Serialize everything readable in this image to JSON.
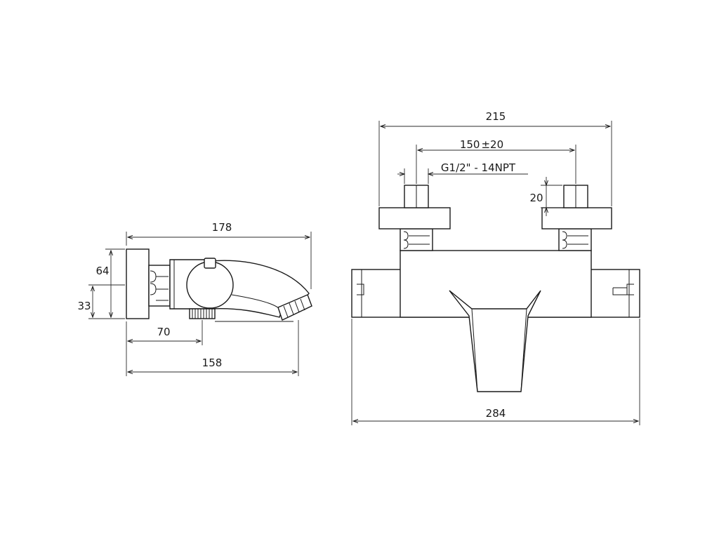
{
  "side_view": {
    "dim_total_length": "178",
    "dim_height": "64",
    "dim_outlet_height": "33",
    "dim_outlet_offset": "70",
    "dim_spout_length": "158"
  },
  "front_view": {
    "dim_outer_width": "215",
    "dim_centers": "150",
    "dim_centers_tolerance": "±20",
    "dim_thread": "G1/2\" - 14NPT",
    "dim_connector_depth": "20",
    "dim_body_width": "284"
  },
  "colors": {
    "line": "#1a1a1a",
    "background": "#ffffff"
  }
}
